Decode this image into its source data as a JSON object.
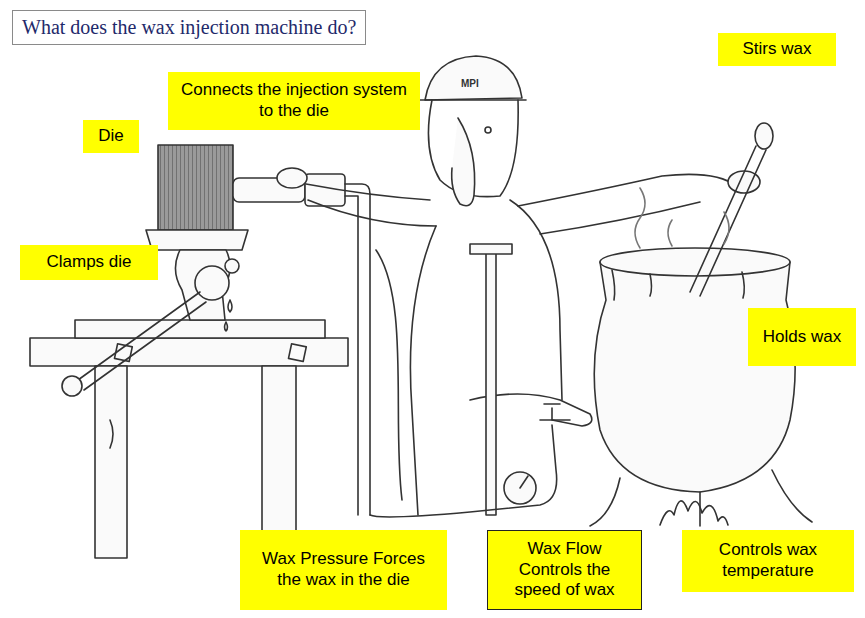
{
  "diagram": {
    "title": "What does the wax injection machine do?",
    "nodes": [
      {
        "text": [
          "Connects the injection system to the die"
        ]
      },
      {
        "text": [
          "Stirs wax"
        ]
      },
      {
        "text": [
          "Die"
        ]
      },
      {
        "text": [
          "Clamps die"
        ]
      },
      {
        "text": [
          "Holds wax"
        ]
      },
      {
        "text": [
          "Wax Pressure Forces the wax in the die"
        ]
      },
      {
        "text": [
          "Wax Flow Controls the speed of wax"
        ]
      },
      {
        "text": [
          "Controls wax temperature"
        ]
      }
    ],
    "labels": [
      "MPI"
    ]
  }
}
